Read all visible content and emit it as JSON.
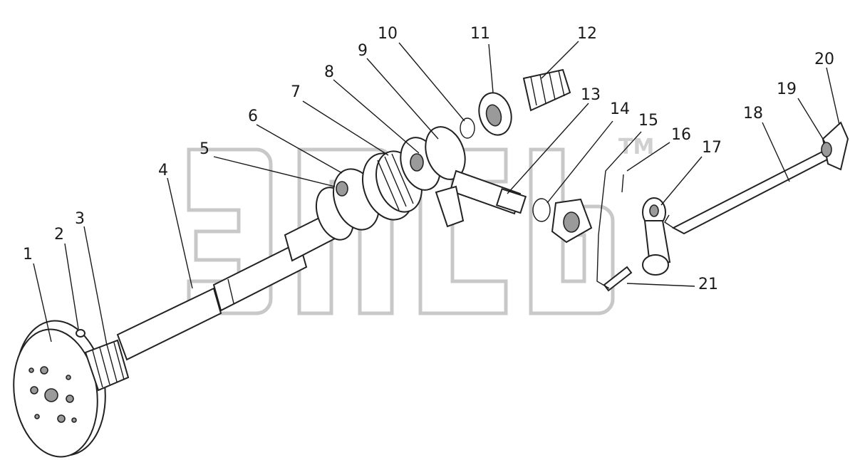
{
  "watermark": {
    "trademark": "TM"
  },
  "callouts": [
    {
      "id": "1",
      "text": "1"
    },
    {
      "id": "2",
      "text": "2"
    },
    {
      "id": "3",
      "text": "3"
    },
    {
      "id": "4",
      "text": "4"
    },
    {
      "id": "5",
      "text": "5"
    },
    {
      "id": "6",
      "text": "6"
    },
    {
      "id": "7",
      "text": "7"
    },
    {
      "id": "8",
      "text": "8"
    },
    {
      "id": "9",
      "text": "9"
    },
    {
      "id": "10",
      "text": "10"
    },
    {
      "id": "11",
      "text": "11"
    },
    {
      "id": "12",
      "text": "12"
    },
    {
      "id": "13",
      "text": "13"
    },
    {
      "id": "14",
      "text": "14"
    },
    {
      "id": "15",
      "text": "15"
    },
    {
      "id": "16",
      "text": "16"
    },
    {
      "id": "17",
      "text": "17"
    },
    {
      "id": "18",
      "text": "18"
    },
    {
      "id": "19",
      "text": "19"
    },
    {
      "id": "20",
      "text": "20"
    },
    {
      "id": "21",
      "text": "21"
    }
  ]
}
